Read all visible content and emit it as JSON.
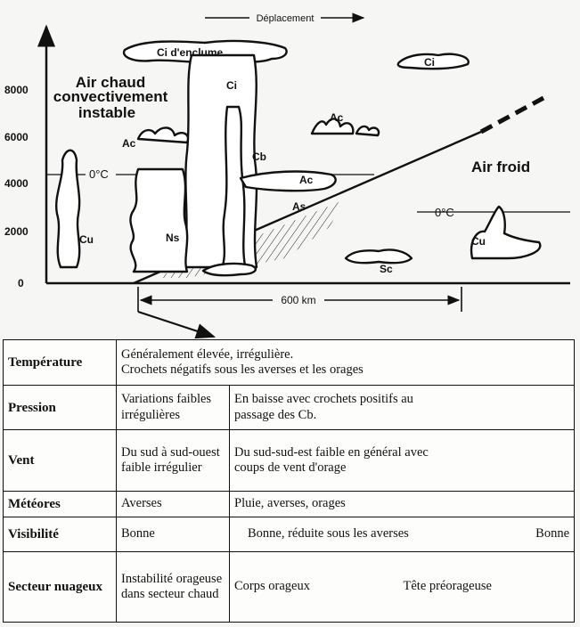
{
  "diagram": {
    "motion_label": "Déplacement",
    "warm_air_label": [
      "Air chaud",
      "convectivement",
      "instable"
    ],
    "cold_air_label": "Air froid",
    "distance_label": "600 km",
    "zero_deg_left": "0°C",
    "zero_deg_right": "0°C",
    "y_ticks": [
      "8000",
      "6000",
      "4000",
      "2000",
      "0"
    ],
    "clouds": {
      "ci_anvil": "Ci d'enclume",
      "ci_mid": "Ci",
      "ci_right": "Ci",
      "ac_upper": "Ac",
      "ac_left": "Ac",
      "ac_lower": "Ac",
      "cb": "Cb",
      "as": "As",
      "ns": "Ns",
      "cu_left": "Cu",
      "cu_right": "Cu",
      "sc": "Sc"
    }
  },
  "table": {
    "temperature": {
      "label": "Température",
      "line1": "Généralement élevée, irrégulière.",
      "line2": "Crochets négatifs sous les averses et les orages"
    },
    "pression": {
      "label": "Pression",
      "warm": "Variations faibles irrégulières",
      "front": "En baisse avec crochets positifs au passage des Cb."
    },
    "vent": {
      "label": "Vent",
      "warm": "Du sud à sud-ouest faible irrégulier",
      "front": "Du sud-sud-est faible en général avec coups de vent d'orage"
    },
    "meteores": {
      "label": "Météores",
      "warm": "Averses",
      "front": "Pluie, averses, orages"
    },
    "visibilite": {
      "label": "Visibilité",
      "warm": "Bonne",
      "front": "Bonne, réduite sous les averses",
      "cold": "Bonne"
    },
    "secteur": {
      "label": "Secteur nuageux",
      "warm": "Instabilité orageuse dans secteur chaud",
      "front": "Corps orageux",
      "cold": "Tête préorageuse"
    }
  }
}
